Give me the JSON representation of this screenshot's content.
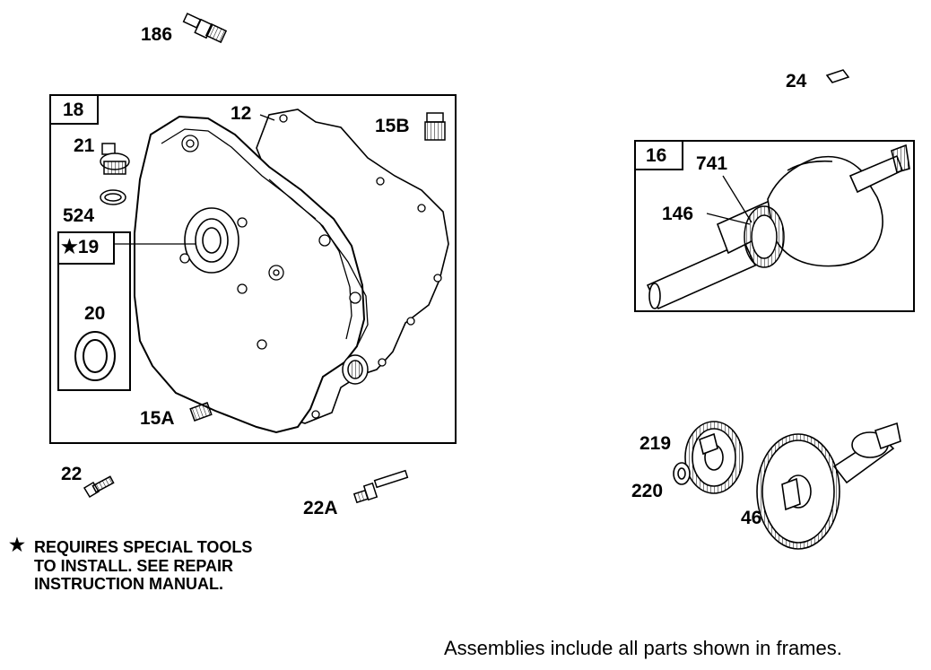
{
  "parts": {
    "p186": "186",
    "p24": "24",
    "p18": "18",
    "p12": "12",
    "p15B": "15B",
    "p21": "21",
    "p524": "524",
    "p19": "★19",
    "p20": "20",
    "p15A": "15A",
    "p16": "16",
    "p741": "741",
    "p146": "146",
    "p219": "219",
    "p220": "220",
    "p46": "46",
    "p22": "22",
    "p22A": "22A"
  },
  "note": {
    "star": "★",
    "line1": "REQUIRES SPECIAL TOOLS",
    "line2": "TO INSTALL.  SEE REPAIR",
    "line3": "INSTRUCTION MANUAL."
  },
  "footer": "Assemblies include all parts shown in frames."
}
